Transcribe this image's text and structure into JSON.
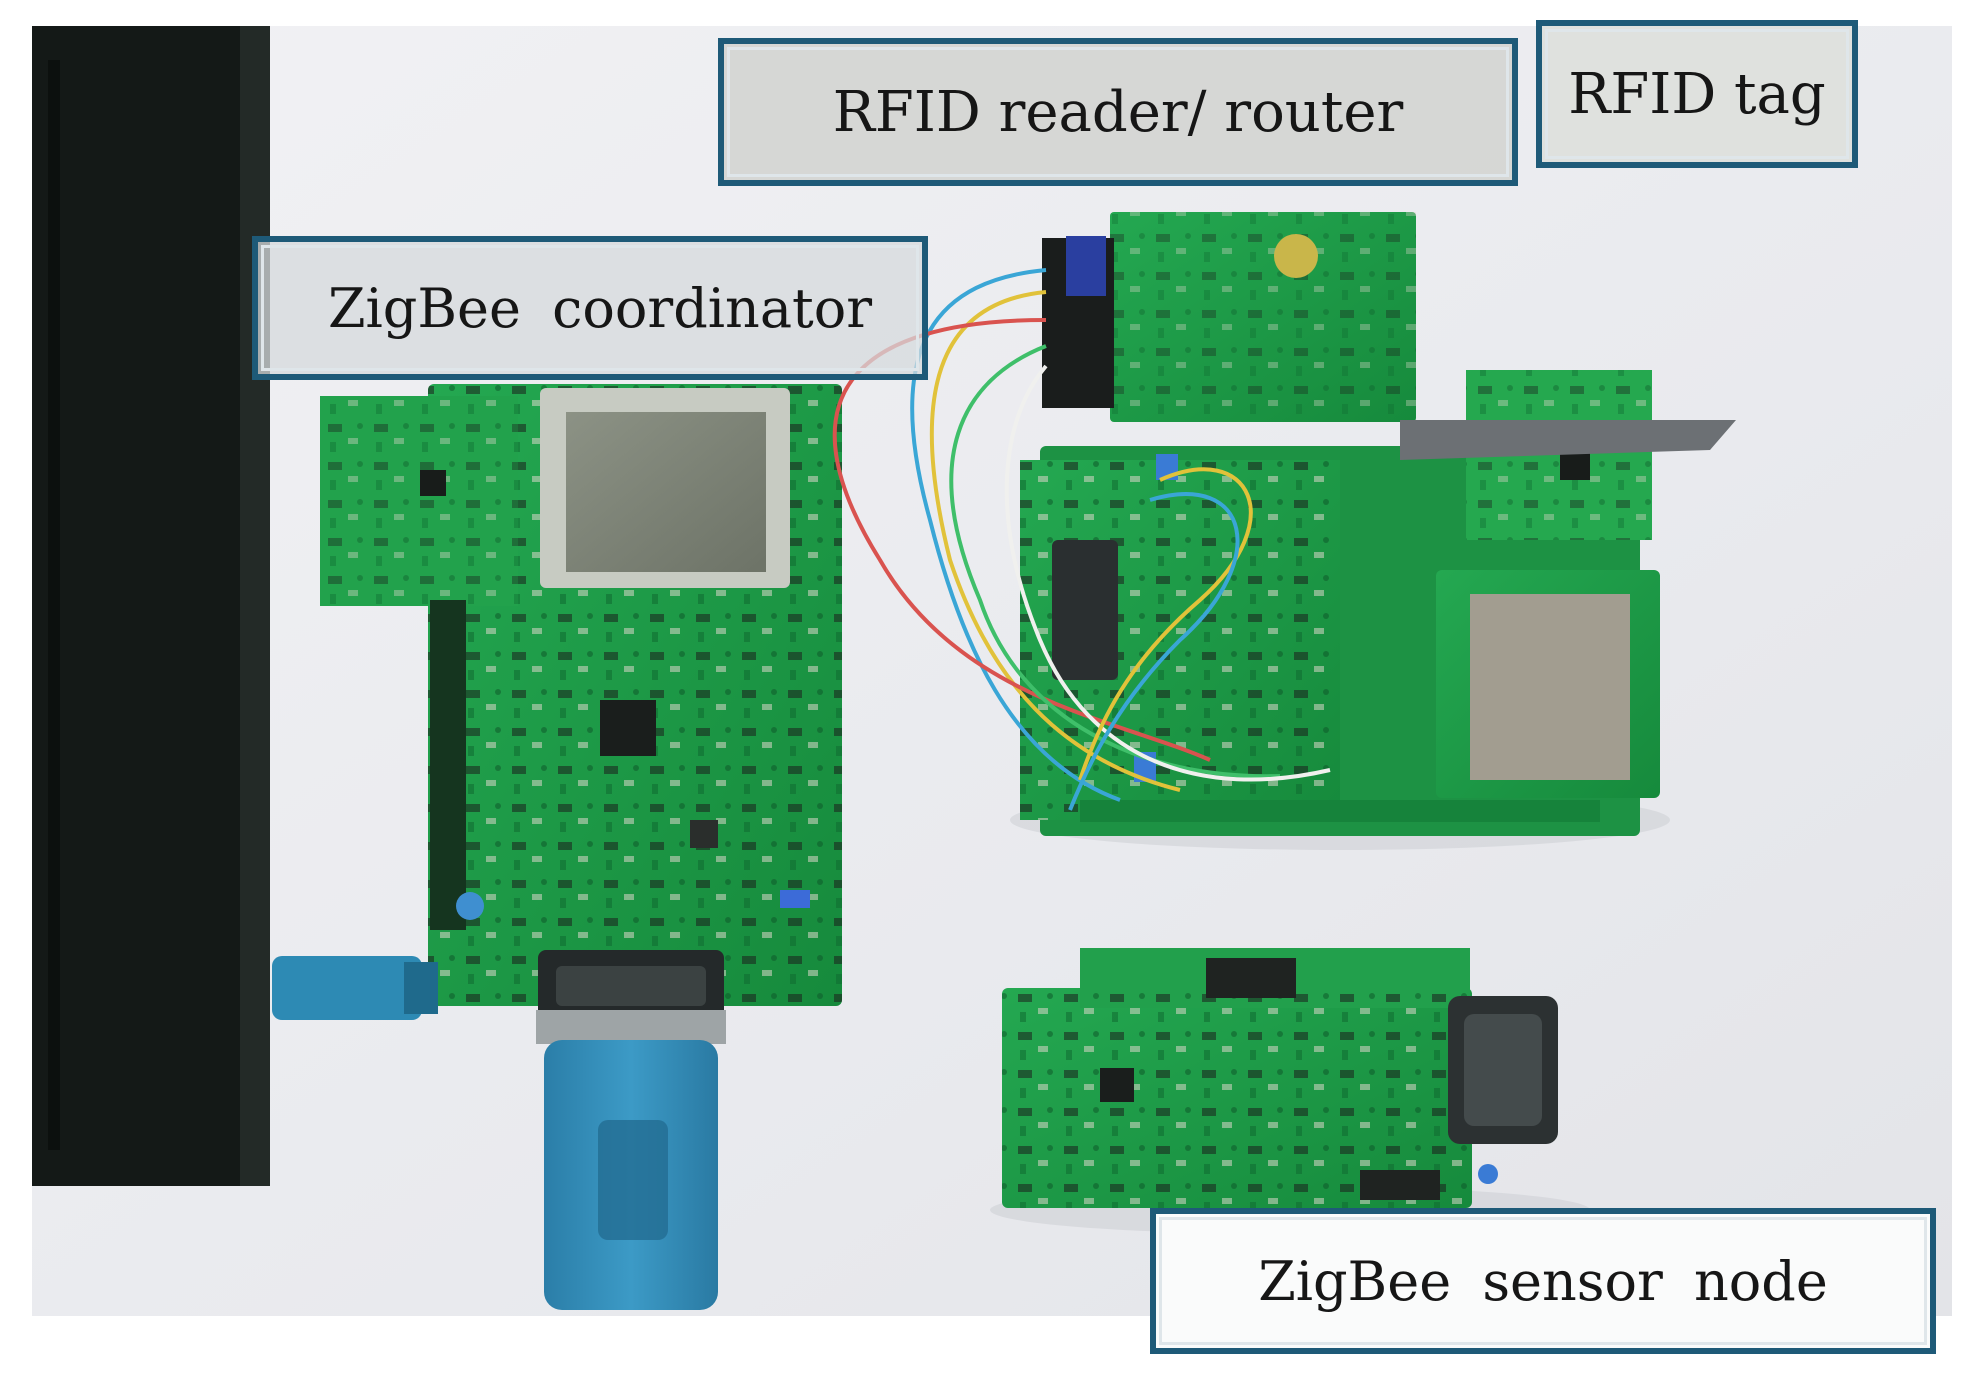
{
  "labels": {
    "rfid_reader_router": "RFID reader/ router",
    "rfid_tag": "RFID tag",
    "zigbee_coordinator": "ZigBee  coordinator",
    "zigbee_sensor_node": "ZigBee  sensor  node"
  },
  "colors": {
    "label_border": "#1e5a78",
    "pcb_green": "#1f9b47",
    "background": "#ededf0"
  }
}
